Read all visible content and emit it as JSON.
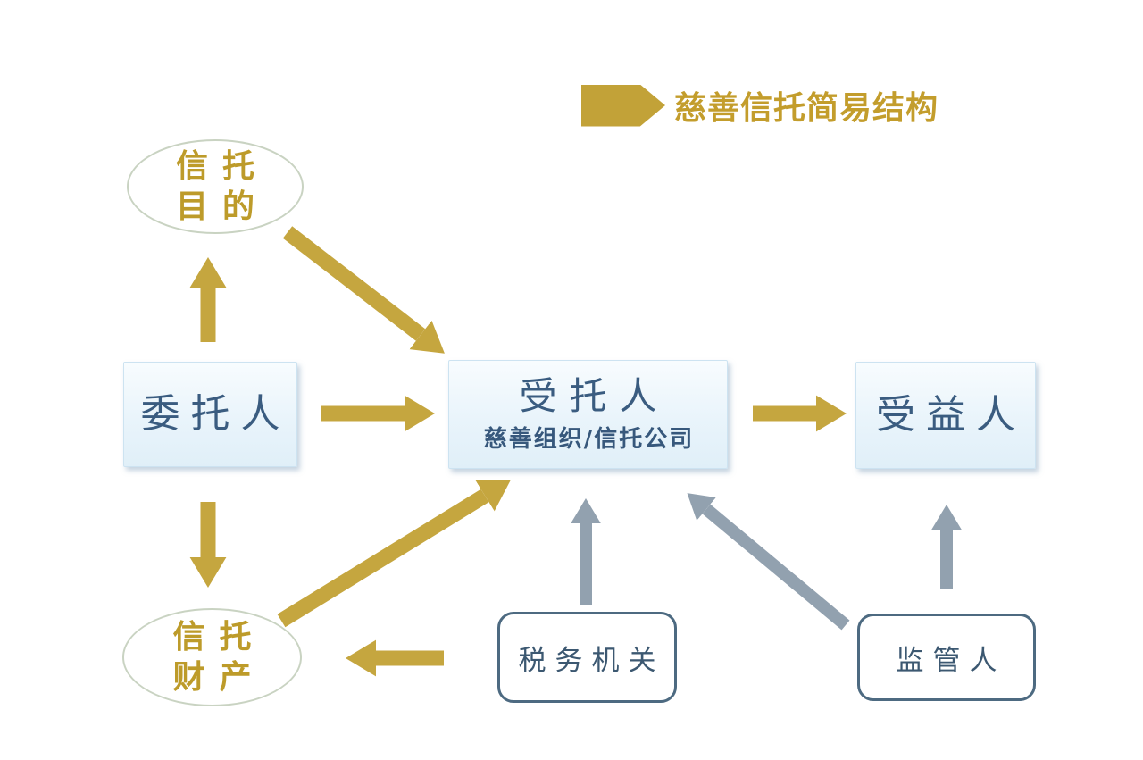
{
  "title": {
    "text": "慈善信托简易结构",
    "icon": "banner-arrow-icon"
  },
  "colors": {
    "gold_arrow": "#c5a63f",
    "gray_arrow": "#92a1af",
    "gold_text": "#bd9b2a",
    "title_gold": "#c39d2c",
    "box_text_blue": "#3a5c80",
    "blue_box_bg": "#e9f4fb",
    "outline_box_border": "#4d6a81"
  },
  "nodes": {
    "trust_purpose": {
      "shape": "ellipse",
      "lines": [
        "信托",
        "目的"
      ]
    },
    "settlor": {
      "shape": "blue-box",
      "label": "委托人"
    },
    "trustee": {
      "shape": "blue-box",
      "label": "受托人",
      "sublabel": "慈善组织/信托公司"
    },
    "beneficiary": {
      "shape": "blue-box",
      "label": "受益人"
    },
    "trust_property": {
      "shape": "ellipse",
      "lines": [
        "信托",
        "财产"
      ]
    },
    "tax_authority": {
      "shape": "outline-box",
      "label": "税务机关"
    },
    "supervisor": {
      "shape": "outline-box",
      "label": "监管人"
    }
  },
  "edges": [
    {
      "from": "settlor",
      "to": "trust_purpose",
      "color": "gold",
      "direction": "up"
    },
    {
      "from": "trust_purpose",
      "to": "trustee",
      "color": "gold",
      "direction": "diagonal-down-right"
    },
    {
      "from": "settlor",
      "to": "trustee",
      "color": "gold",
      "direction": "right"
    },
    {
      "from": "trustee",
      "to": "beneficiary",
      "color": "gold",
      "direction": "right"
    },
    {
      "from": "settlor",
      "to": "trust_property",
      "color": "gold",
      "direction": "down"
    },
    {
      "from": "trust_property",
      "to": "trustee",
      "color": "gold",
      "direction": "diagonal-up-right"
    },
    {
      "from": "tax_authority",
      "to": "trust_property",
      "color": "gold",
      "direction": "left"
    },
    {
      "from": "tax_authority",
      "to": "trustee",
      "color": "gray",
      "direction": "up"
    },
    {
      "from": "supervisor",
      "to": "trustee",
      "color": "gray",
      "direction": "diagonal-up-left"
    },
    {
      "from": "supervisor",
      "to": "beneficiary",
      "color": "gray",
      "direction": "up"
    }
  ]
}
